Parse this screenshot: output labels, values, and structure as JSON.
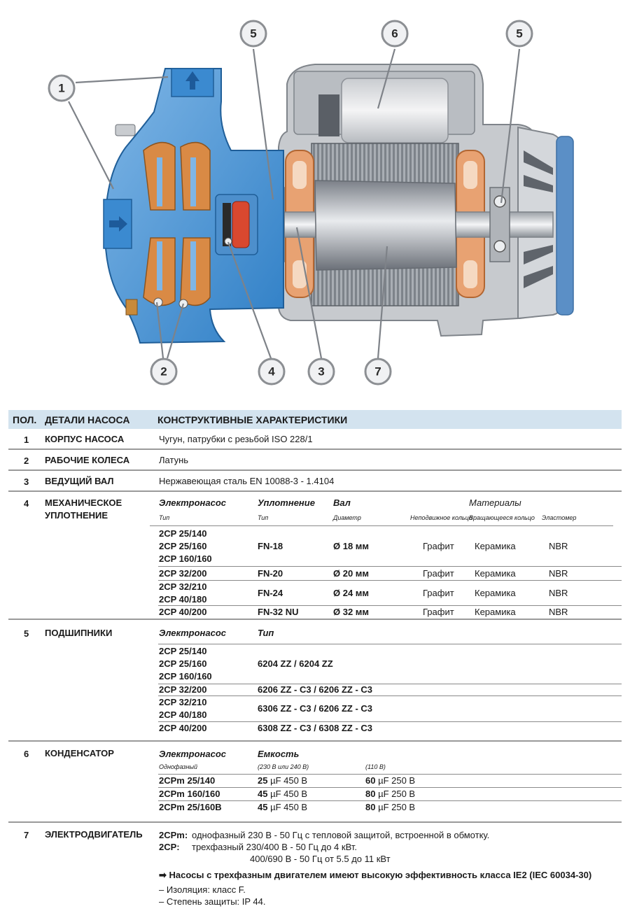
{
  "callouts": [
    "1",
    "2",
    "3",
    "4",
    "5",
    "5",
    "6",
    "7"
  ],
  "table": {
    "headers": {
      "pos": "ПОЛ.",
      "part": "ДЕТАЛИ НАСОСА",
      "char": "КОНСТРУКТИВНЫЕ ХАРАКТЕРИСТИКИ"
    },
    "r1": {
      "pos": "1",
      "part": "КОРПУС НАСОСА",
      "text": "Чугун, патрубки с резьбой ISO 228/1"
    },
    "r2": {
      "pos": "2",
      "part": "РАБОЧИЕ КОЛЕСА",
      "text": "Латунь"
    },
    "r3": {
      "pos": "3",
      "part": "ВЕДУЩИЙ ВАЛ",
      "text": "Нержавеющая сталь EN 10088-3 - 1.4104"
    },
    "r4": {
      "pos": "4",
      "part_l1": "МЕХАНИЧЕСКОЕ",
      "part_l2": "УПЛОТНЕНИЕ",
      "h_pump": "Электронасос",
      "h_seal": "Уплотнение",
      "h_shaft": "Вал",
      "h_materials": "Материалы",
      "s_type": "Тип",
      "s_type2": "Тип",
      "s_diam": "Диаметр",
      "s_fixed": "Неподвижное кольцо",
      "s_rot": "Вращающееся кольцо",
      "s_elast": "Эластомер",
      "rows": [
        {
          "pumps": [
            "2CP 25/140",
            "2CP 25/160",
            "2CP 160/160"
          ],
          "seal": "FN-18",
          "shaft": "Ø 18 мм",
          "fixed": "Графит",
          "rot": "Керамика",
          "elast": "NBR"
        },
        {
          "pumps": [
            "2CP 32/200"
          ],
          "seal": "FN-20",
          "shaft": "Ø 20 мм",
          "fixed": "Графит",
          "rot": "Керамика",
          "elast": "NBR"
        },
        {
          "pumps": [
            "2CP 32/210",
            "2CP 40/180"
          ],
          "seal": "FN-24",
          "shaft": "Ø 24 мм",
          "fixed": "Графит",
          "rot": "Керамика",
          "elast": "NBR"
        },
        {
          "pumps": [
            "2CP 40/200"
          ],
          "seal": "FN-32 NU",
          "shaft": "Ø 32 мм",
          "fixed": "Графит",
          "rot": "Керамика",
          "elast": "NBR"
        }
      ]
    },
    "r5": {
      "pos": "5",
      "part": "ПОДШИПНИКИ",
      "h_pump": "Электронасос",
      "h_type": "Тип",
      "rows": [
        {
          "pumps": [
            "2CP 25/140",
            "2CP 25/160",
            "2CP 160/160"
          ],
          "type": "6204 ZZ / 6204 ZZ"
        },
        {
          "pumps": [
            "2CP 32/200"
          ],
          "type": "6206 ZZ - C3 / 6206 ZZ - C3"
        },
        {
          "pumps": [
            "2CP 32/210",
            "2CP 40/180"
          ],
          "type": "6306 ZZ - C3 / 6206 ZZ - C3"
        },
        {
          "pumps": [
            "2CP 40/200"
          ],
          "type": "6308 ZZ - C3 / 6308 ZZ - C3"
        }
      ]
    },
    "r6": {
      "pos": "6",
      "part": "КОНДЕНСАТОР",
      "h_pump": "Электронасос",
      "h_cap": "Емкость",
      "s_phase": "Однофазный",
      "s_v230": "(230 В или 240 В)",
      "s_v110": "(110 В)",
      "rows": [
        {
          "pump": "2CPm 25/140",
          "c230n": "25",
          "c230u": " µF 450 В",
          "c110n": "60",
          "c110u": " µF 250 В"
        },
        {
          "pump": "2CPm 160/160",
          "c230n": "45",
          "c230u": " µF 450 В",
          "c110n": "80",
          "c110u": " µF 250 В"
        },
        {
          "pump": "2CPm 25/160B",
          "c230n": "45",
          "c230u": " µF 450 В",
          "c110n": "80",
          "c110u": " µF 250 В"
        }
      ]
    },
    "r7": {
      "pos": "7",
      "part": "ЭЛЕКТРОДВИГАТЕЛЬ",
      "l1_label": "2CPm:",
      "l1_text": "однофазный 230 В - 50 Гц с тепловой защитой, встроенной в обмотку.",
      "l2_label": "2CP:",
      "l2_text": "трехфазный 230/400 В - 50 Гц до 4 кВт.",
      "l3_text": "400/690 В - 50 Гц от 5.5 до 11 кВт",
      "note": "➡ Насосы с трехфазным двигателем имеют высокую эффективность класса IE2 (IEC 60034-30)",
      "ins": "– Изоляция: класс F.",
      "prot": "– Степень защиты: IP 44."
    }
  }
}
